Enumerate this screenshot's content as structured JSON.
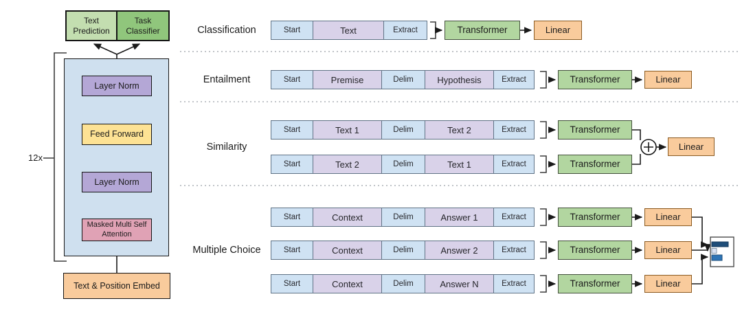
{
  "figure": {
    "left": {
      "text_prediction": "Text Prediction",
      "task_classifier": "Task Classifier",
      "repeat": "12x",
      "layer_norm_top": "Layer Norm",
      "feed_forward": "Feed Forward",
      "layer_norm_bottom": "Layer Norm",
      "masked_attention": "Masked Multi Self Attention",
      "embed": "Text & Position Embed"
    },
    "tasks": {
      "classification": {
        "label": "Classification",
        "cells": [
          "Start",
          "Text",
          "Extract"
        ],
        "transformer": "Transformer",
        "linear": "Linear"
      },
      "entailment": {
        "label": "Entailment",
        "cells": [
          "Start",
          "Premise",
          "Delim",
          "Hypothesis",
          "Extract"
        ],
        "transformer": "Transformer",
        "linear": "Linear"
      },
      "similarity": {
        "label": "Similarity",
        "row1": [
          "Start",
          "Text 1",
          "Delim",
          "Text 2",
          "Extract"
        ],
        "row2": [
          "Start",
          "Text 2",
          "Delim",
          "Text 1",
          "Extract"
        ],
        "transformer1": "Transformer",
        "transformer2": "Transformer",
        "linear": "Linear"
      },
      "multiple_choice": {
        "label": "Multiple Choice",
        "row1": [
          "Start",
          "Context",
          "Delim",
          "Answer 1",
          "Extract"
        ],
        "row2": [
          "Start",
          "Context",
          "Delim",
          "Answer 2",
          "Extract"
        ],
        "row3": [
          "Start",
          "Context",
          "Delim",
          "Answer N",
          "Extract"
        ],
        "transformer": "Transformer",
        "linear": "Linear"
      }
    },
    "colors": {
      "cell_blue": "#cfe2f3",
      "cell_purple": "#d9d2e9",
      "transformer_green": "#b2d6a0",
      "linear_orange": "#f9cb9c",
      "layer_norm_purple": "#b4a7d6",
      "feed_forward_yellow": "#fde294",
      "attention_pink": "#e0a2b5",
      "embed_orange": "#f9cb9c",
      "container_blue": "#cfe0ef",
      "head_light_green": "#c3deb0",
      "head_dark_green": "#90c67c",
      "score_bar_dark": "#1f4e79",
      "score_bar_mid": "#2e75b6",
      "score_bar_light": "#d9e2f3"
    }
  }
}
